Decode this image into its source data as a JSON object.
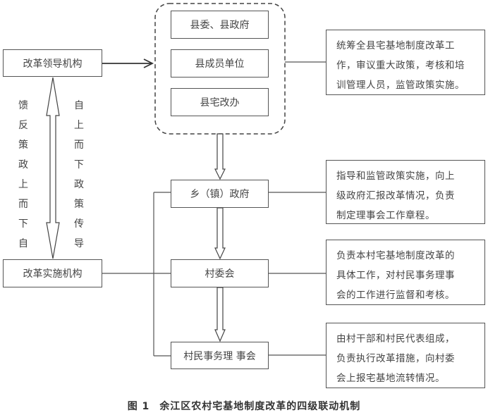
{
  "leadership": {
    "label": "改革领导机构",
    "county_units": [
      "县委、县政府",
      "县成员单位",
      "县宅改办"
    ],
    "description": [
      "统筹全县宅基地制度改革工",
      "作，审议重大政策，考核和培",
      "训管理人员，监管政策实施。"
    ]
  },
  "implementation": {
    "label": "改革实施机构"
  },
  "feedback": {
    "left_vertical": [
      "馈",
      "反",
      "策",
      "政",
      "上",
      "而",
      "下",
      "自"
    ],
    "right_vertical": [
      "自",
      "上",
      "而",
      "下",
      "政",
      "策",
      "传",
      "导"
    ]
  },
  "levels": [
    {
      "label": "乡（镇）政府",
      "description": [
        "指导和监管政策实施，向上",
        "级政府汇报改革情况，负责",
        "制定理事会工作章程。"
      ]
    },
    {
      "label": "村委会",
      "description": [
        "负责本村宅基地制度改革的",
        "具体工作，对村民事务理事",
        "会的工作进行监督和考核。"
      ]
    },
    {
      "label": "村民事务理 事会",
      "description": [
        "由村干部和村民代表组成，",
        "负责执行改革措施，向村委",
        "会上报宅基地流转情况。"
      ]
    }
  ],
  "caption": {
    "number": "图 1",
    "title": "余江区农村宅基地制度改革的四级联动机制"
  }
}
